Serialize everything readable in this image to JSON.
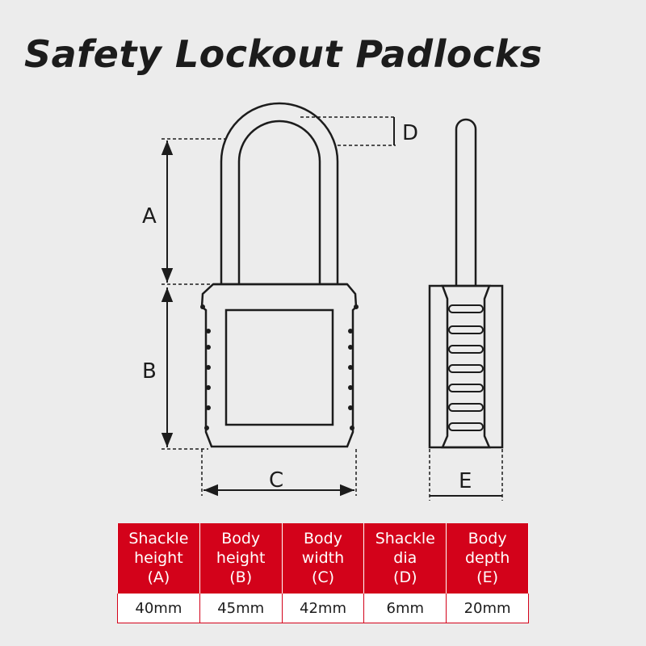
{
  "title": "Safety Lockout Padlocks",
  "dimension_labels": {
    "a": "A",
    "b": "B",
    "c": "C",
    "d": "D",
    "e": "E"
  },
  "table": {
    "columns": [
      {
        "lines": [
          "Shackle",
          "height",
          "(A)"
        ],
        "value": "40mm"
      },
      {
        "lines": [
          "Body",
          "height",
          "(B)"
        ],
        "value": "45mm"
      },
      {
        "lines": [
          "Body",
          "width",
          "(C)"
        ],
        "value": "42mm"
      },
      {
        "lines": [
          "Shackle",
          "dia",
          "(D)"
        ],
        "value": "6mm"
      },
      {
        "lines": [
          "Body",
          "depth",
          "(E)"
        ],
        "value": "20mm"
      }
    ]
  },
  "colors": {
    "header_red": "#d3021a",
    "line": "#1c1c1c",
    "background": "#ececec"
  }
}
